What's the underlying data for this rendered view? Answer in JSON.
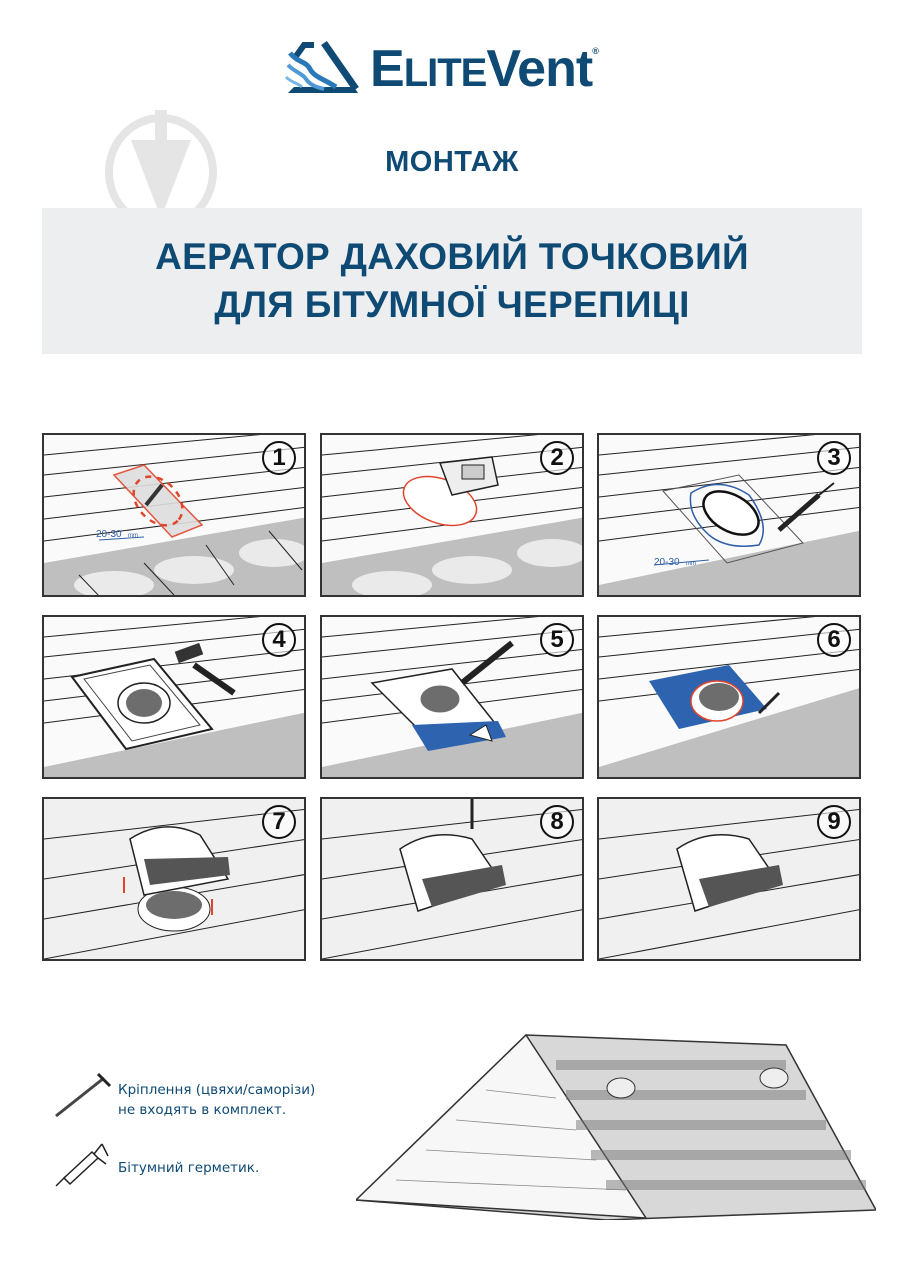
{
  "brand": {
    "name_prefix": "E",
    "name_small": "LITE",
    "name_suffix": "Vent",
    "registered": "®",
    "color": "#0e4a74"
  },
  "header": {
    "section_title": "МОНТАЖ",
    "product_title_line1": "АЕРАТОР ДАХОВИЙ ТОЧКОВИЙ",
    "product_title_line2": "ДЛЯ БІТУМНОЇ ЧЕРЕПИЦІ"
  },
  "steps": [
    {
      "number": "1",
      "annotation": "20-30",
      "unit": "mm",
      "description": "mark-template-outline"
    },
    {
      "number": "2",
      "description": "cut-opening"
    },
    {
      "number": "3",
      "annotation": "20-30",
      "unit": "mm",
      "description": "apply-sealant"
    },
    {
      "number": "4",
      "description": "nail-base"
    },
    {
      "number": "5",
      "description": "seal-and-spread"
    },
    {
      "number": "6",
      "description": "cover-with-shingle"
    },
    {
      "number": "7",
      "description": "attach-cap"
    },
    {
      "number": "8",
      "description": "fasten-cap"
    },
    {
      "number": "9",
      "description": "finished"
    }
  ],
  "legend": {
    "fasteners_line1": "Кріплення (цвяхи/саморізи)",
    "fasteners_line2": "не входять в комплект.",
    "sealant": "Бітумний герметик."
  },
  "colors": {
    "title_blue": "#0e4a74",
    "title_box_bg": "#eceef0",
    "membrane_blue": "#2e63b0",
    "marker_red": "#e0452c",
    "dimension_blue": "#2f5fa8"
  }
}
